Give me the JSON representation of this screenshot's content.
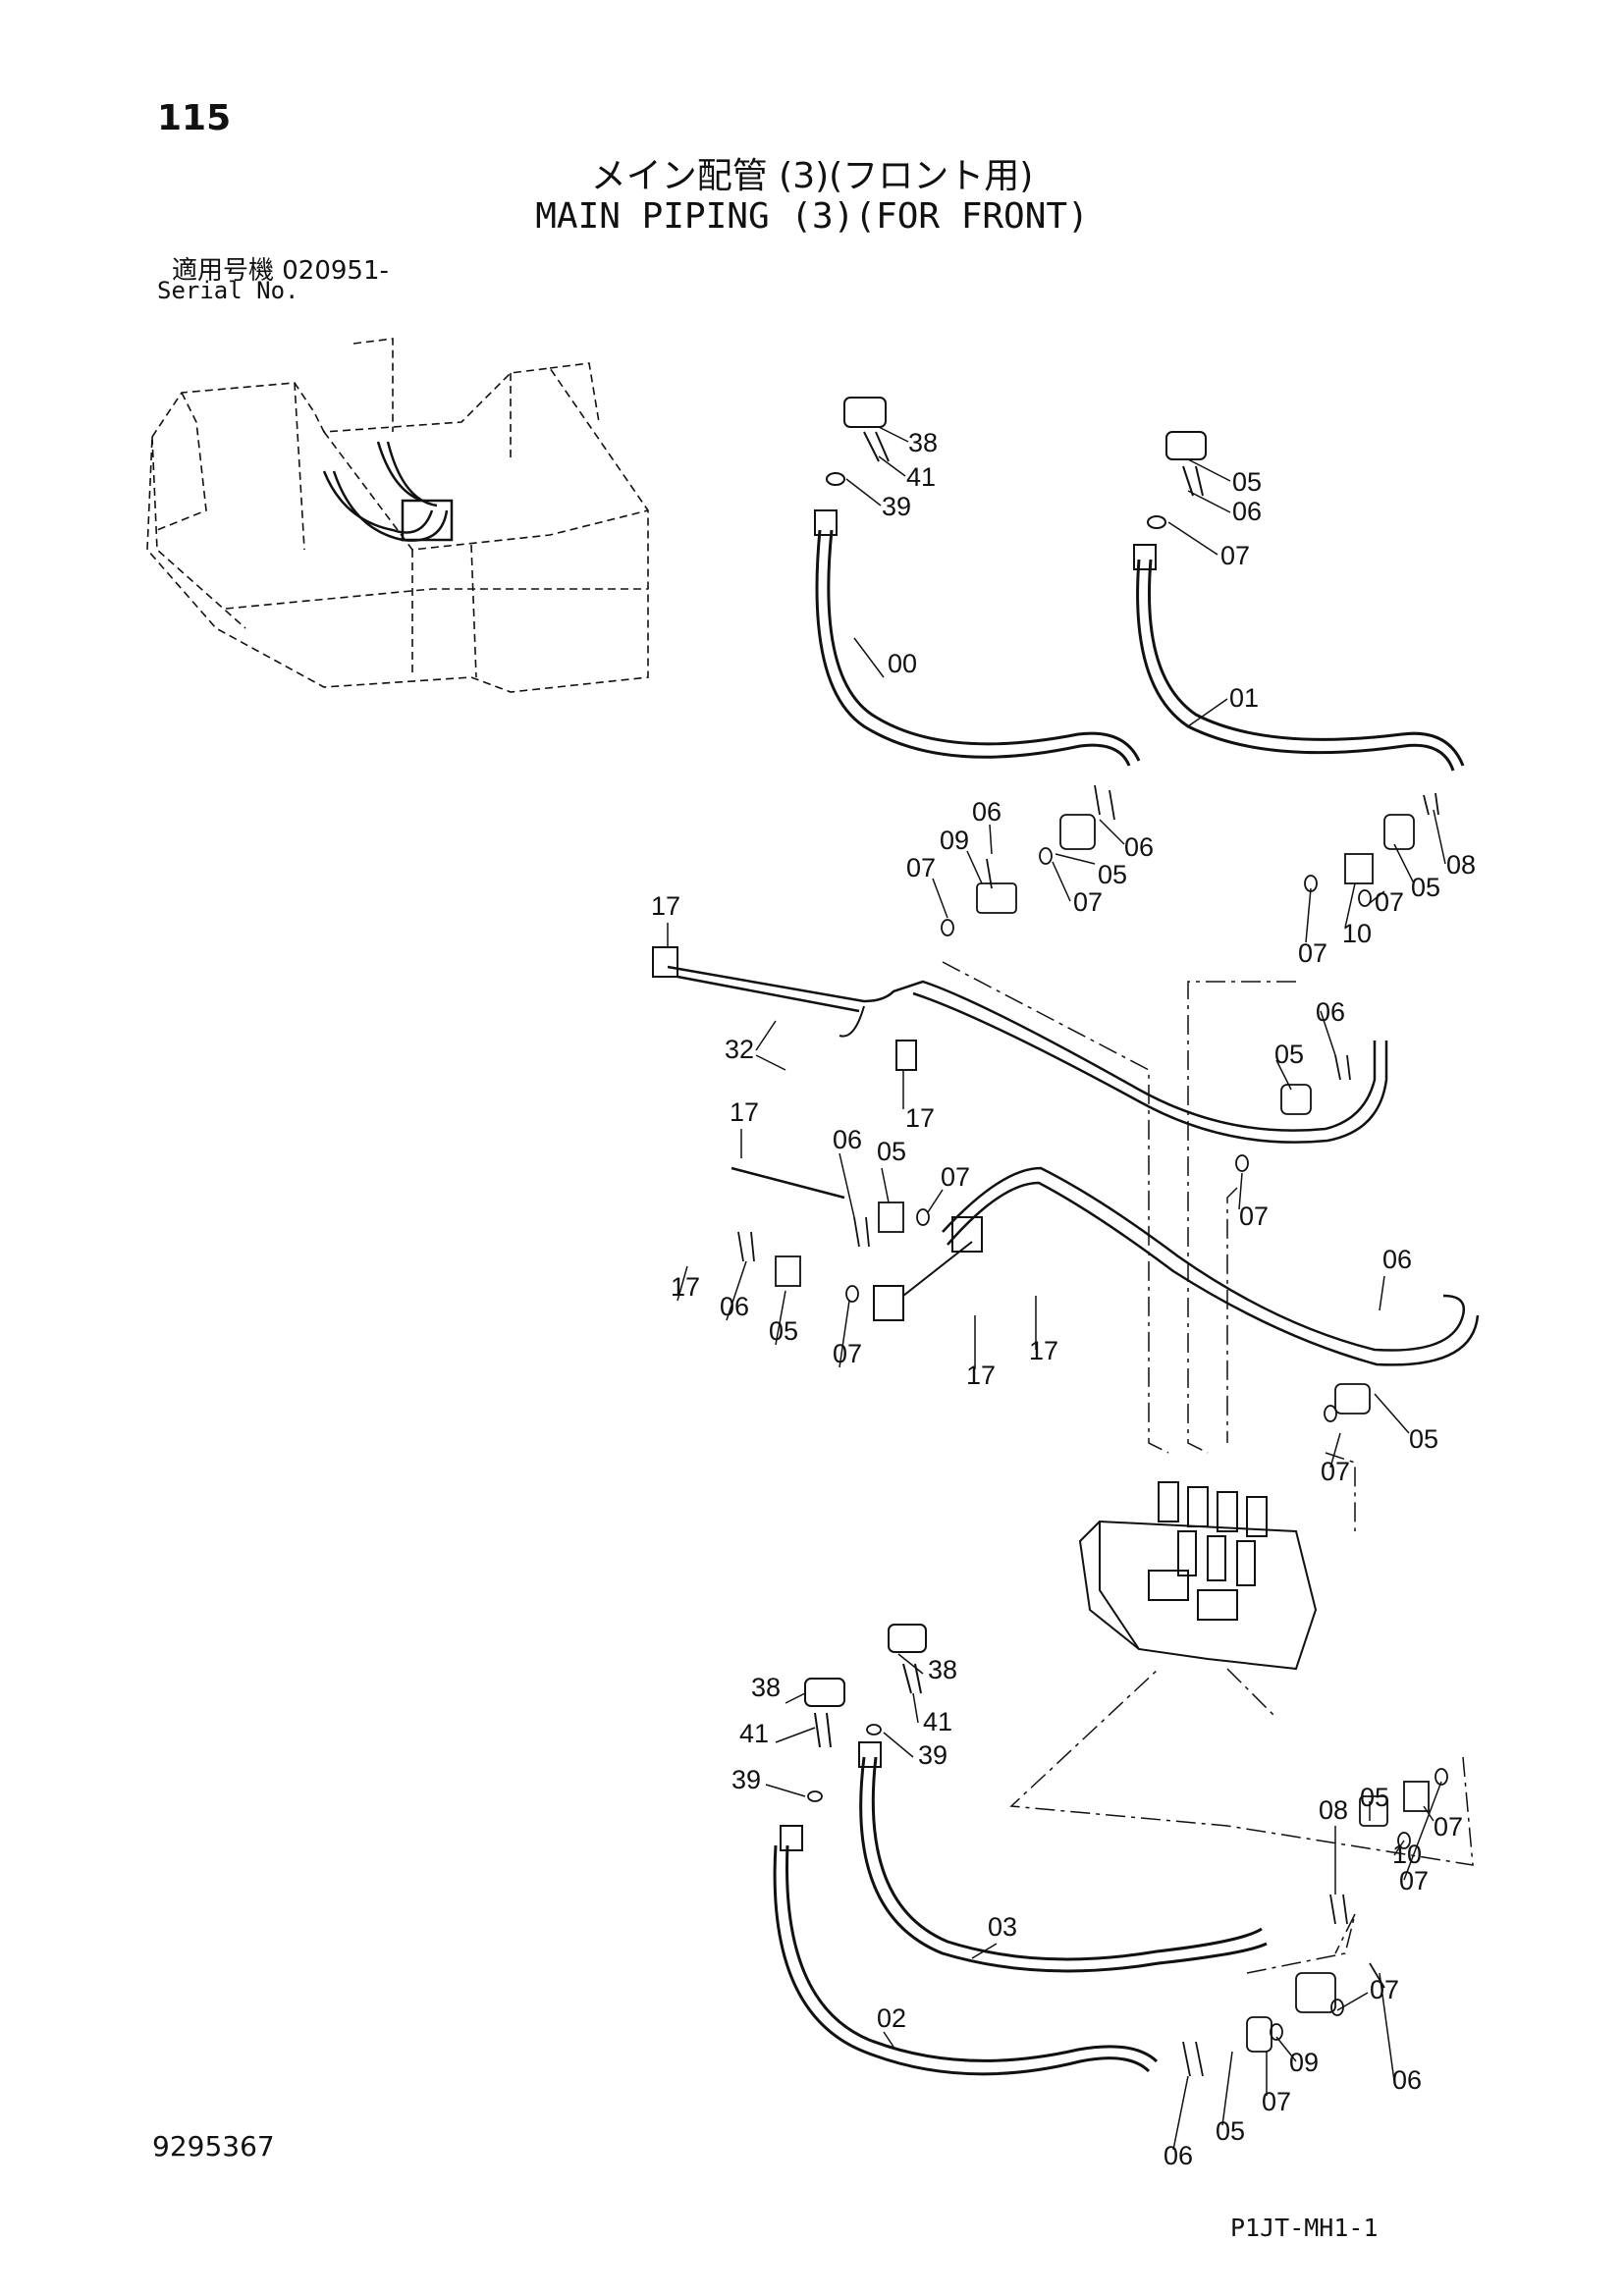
{
  "header": {
    "page_number": "115",
    "title_jp": "メイン配管 (3)(フロント用)",
    "title_en": "MAIN PIPING (3)(FOR FRONT)",
    "serial_label_jp": "適用号機 020951-",
    "serial_label_en": "Serial No."
  },
  "footer": {
    "doc_number": "9295367",
    "page_code": "P1JT-MH1-1"
  },
  "callouts": [
    "38",
    "41",
    "39",
    "05",
    "06",
    "07",
    "00",
    "01",
    "06",
    "09",
    "07",
    "06",
    "05",
    "07",
    "07",
    "10",
    "07",
    "05",
    "08",
    "17",
    "32",
    "17",
    "06",
    "05",
    "07",
    "17",
    "06",
    "05",
    "07",
    "17",
    "06",
    "05",
    "07",
    "17",
    "17",
    "06",
    "05",
    "07",
    "38",
    "41",
    "39",
    "38",
    "41",
    "39",
    "03",
    "02",
    "08",
    "05",
    "07",
    "10",
    "07",
    "07",
    "09",
    "07",
    "06",
    "06",
    "05"
  ]
}
